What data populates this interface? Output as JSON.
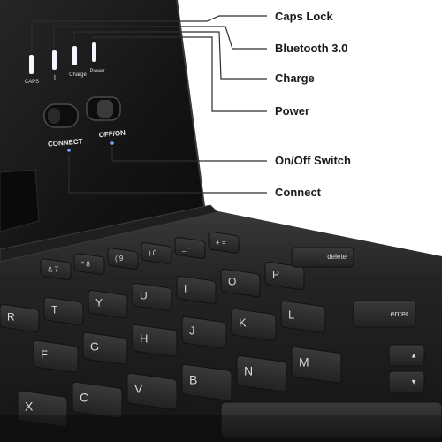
{
  "callouts": {
    "caps_lock": "Caps Lock",
    "bluetooth": "Bluetooth 3.0",
    "charge": "Charge",
    "power": "Power",
    "on_off_switch": "On/Off Switch",
    "connect": "Connect"
  },
  "device_labels": {
    "caps": "CAPS",
    "bluetooth_symbol": "ᛒ",
    "charge": "Charge",
    "power": "Power",
    "connect": "CONNECT",
    "off_on": "OFF/ON"
  },
  "keys": {
    "row_top": [
      "+ =",
      "_ -",
      ") 0",
      "( 9",
      "* 8",
      "& 7"
    ],
    "row_q": [
      "P",
      "O",
      "I",
      "U",
      "Y",
      "T",
      "R"
    ],
    "row_a": [
      "L",
      "K",
      "J",
      "H",
      "G",
      "F"
    ],
    "row_z": [
      "M",
      "N",
      "B",
      "V",
      "C",
      "X"
    ],
    "backspace": "delete",
    "enter": "enter",
    "arrow_up": "▲",
    "arrow_down": "▼"
  },
  "colors": {
    "device_body": "#1b1b1b",
    "key_cap": "#2c2c2c",
    "key_legend": "#d8d8d8",
    "callout_line": "#333333",
    "led_glow": "#ffffff",
    "switch_blue": "#3b6ed8"
  }
}
